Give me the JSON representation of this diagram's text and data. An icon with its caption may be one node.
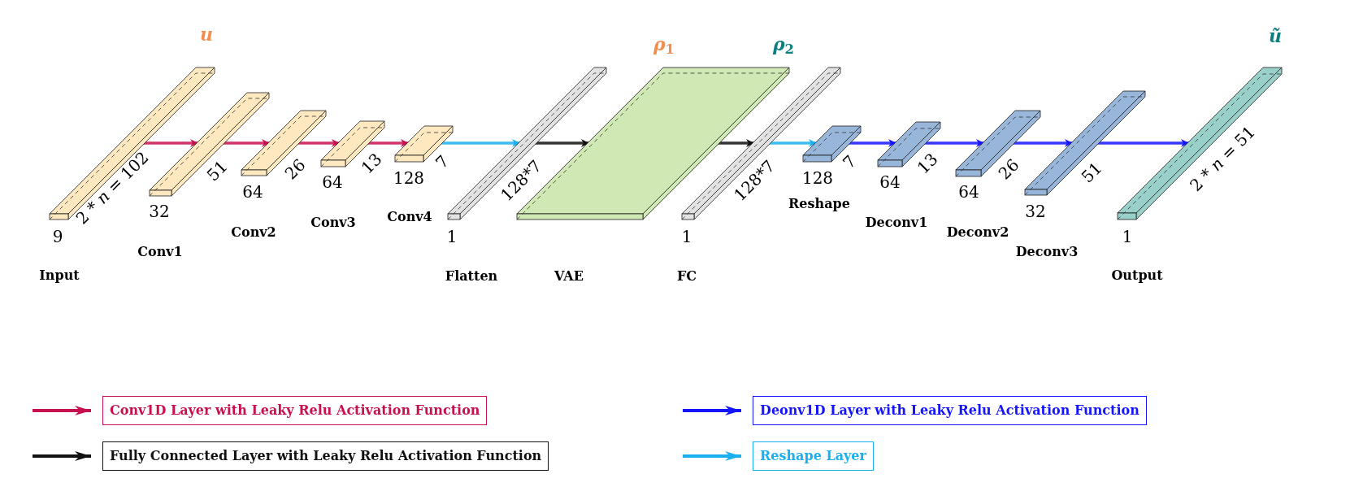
{
  "diagram": {
    "nodes": [
      {
        "text": [],
        "shape": "box",
        "beside": [
          "9",
          "2 * *n* = 102"
        ]
      },
      {
        "text": [],
        "shape": "box",
        "beside": [
          "32",
          "51"
        ]
      },
      {
        "text": [],
        "shape": "box",
        "beside": [
          "64",
          "26"
        ]
      },
      {
        "text": [],
        "shape": "box",
        "beside": [
          "64",
          "13"
        ]
      },
      {
        "text": [],
        "shape": "box",
        "beside": [
          "128",
          "7"
        ]
      },
      {
        "text": [],
        "shape": "box",
        "beside": [
          "1",
          "128*7"
        ]
      },
      {
        "text": [],
        "shape": "box"
      },
      {
        "text": [],
        "shape": "box",
        "beside": [
          "1",
          "128*7"
        ]
      },
      {
        "text": [],
        "shape": "box",
        "beside": [
          "128",
          "7"
        ]
      },
      {
        "text": [],
        "shape": "box",
        "beside": [
          "64",
          "13"
        ]
      },
      {
        "text": [],
        "shape": "box",
        "beside": [
          "64",
          "26"
        ]
      },
      {
        "text": [],
        "shape": "box",
        "beside": [
          "32",
          "51"
        ]
      },
      {
        "text": [],
        "shape": "box",
        "beside": [
          "1",
          "2 * *n* = 51"
        ]
      }
    ],
    "edges": [
      {
        "from": 0,
        "to": 1,
        "arrow": "to",
        "color": "#c8104e"
      },
      {
        "from": 1,
        "to": 2,
        "arrow": "to",
        "color": "#c8104e"
      },
      {
        "from": 2,
        "to": 3,
        "arrow": "to",
        "color": "#c8104e"
      },
      {
        "from": 3,
        "to": 4,
        "arrow": "to",
        "color": "#c8104e"
      },
      {
        "from": 4,
        "to": 5,
        "arrow": "to",
        "color": "#1ab0ef"
      },
      {
        "from": 5,
        "to": 6,
        "arrow": "to",
        "color": "#111111"
      },
      {
        "from": 7,
        "to": 8,
        "arrow": "to",
        "color": "#1ab0ef"
      },
      {
        "from": 6,
        "to": 7,
        "arrow": "to",
        "color": "#111111"
      },
      {
        "from": 8,
        "to": 9,
        "arrow": "to",
        "color": "#1414ff"
      },
      {
        "from": 9,
        "to": 10,
        "arrow": "to",
        "color": "#1414ff"
      },
      {
        "from": 10,
        "to": 11,
        "arrow": "to",
        "color": "#1414ff"
      },
      {
        "from": 11,
        "to": 12,
        "arrow": "to",
        "color": "#1414ff"
      }
    ],
    "labels": [
      "*u*",
      "*ρ*$_{1}$",
      "*ρ*$_{2}$",
      "*ũ*",
      "Reshape",
      "Conv4",
      "Conv3",
      "Deconv1",
      "Conv2",
      "Deconv2",
      "Conv1",
      "Deconv3",
      "Input",
      "Flatten",
      "VAE",
      "FC",
      "Output"
    ],
    "legend": [
      {
        "text": "Conv1D Layer with Leaky Relu Activation Function",
        "color": "#c8104e"
      },
      {
        "text": "Deonv1D Layer with Leaky Relu Activation Function",
        "color": "#1414ff"
      },
      {
        "text": "Fully Connected Layer with Leaky Relu Activation Function",
        "color": "#111111"
      },
      {
        "text": "Reshape Layer",
        "color": "#1ab0ef"
      }
    ]
  }
}
